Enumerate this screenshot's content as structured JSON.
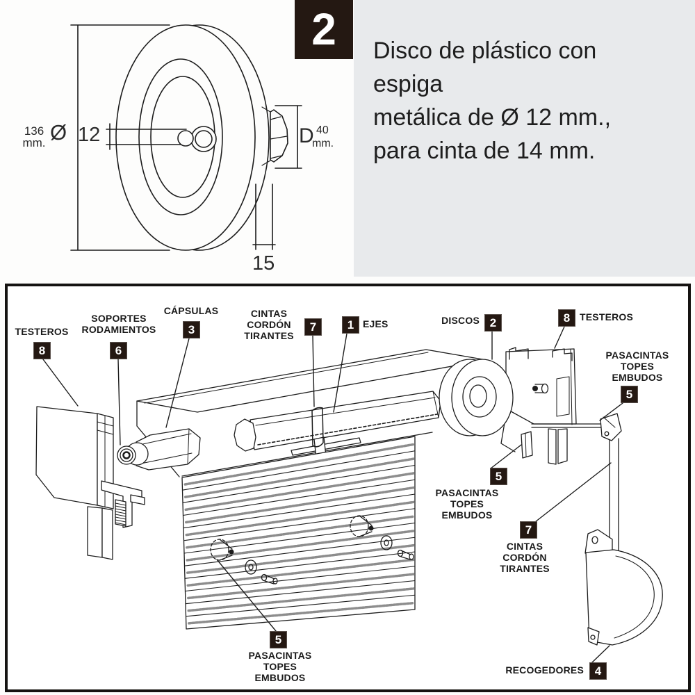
{
  "colors": {
    "badge_bg": "#241812",
    "gray_block": "#e8eaec",
    "panel_border": "#151311",
    "ink": "#1c1c1c"
  },
  "product": {
    "item_number": "2",
    "description_line1": "Disco de plástico con",
    "description_line2": "espiga",
    "description_line3": "metálica de Ø 12 mm.,",
    "description_line4": "para cinta de 14 mm."
  },
  "dimensions": {
    "diameter_value": "136",
    "diameter_unit": "mm.",
    "diameter_symbol": "Ø",
    "bore_label": "12",
    "width_letter": "D",
    "width_value": "40",
    "width_unit": "mm.",
    "rim_thickness": "15"
  },
  "diagram": {
    "labels": {
      "testeros_left": {
        "badge": "8",
        "text": "TESTEROS"
      },
      "soportes_rodamientos": {
        "badge": "6",
        "line1": "SOPORTES",
        "line2": "RODAMIENTOS"
      },
      "capsulas": {
        "badge": "3",
        "text": "CÁPSULAS"
      },
      "cintas_top": {
        "badge": "7",
        "line1": "CINTAS",
        "line2": "CORDÓN",
        "line3": "TIRANTES"
      },
      "ejes": {
        "badge": "1",
        "text": "EJES"
      },
      "discos": {
        "badge": "2",
        "text": "DISCOS"
      },
      "testeros_right": {
        "badge": "8",
        "text": "TESTEROS"
      },
      "pasacintas_right": {
        "badge": "5",
        "line1": "PASACINTAS",
        "line2": "TOPES",
        "line3": "EMBUDOS"
      },
      "pasacintas_mid": {
        "badge": "5",
        "line1": "PASACINTAS",
        "line2": "TOPES",
        "line3": "EMBUDOS"
      },
      "cintas_low": {
        "badge": "7",
        "line1": "CINTAS",
        "line2": "CORDÓN",
        "line3": "TIRANTES"
      },
      "pasacintas_bottom": {
        "badge": "5",
        "line1": "PASACINTAS",
        "line2": "TOPES",
        "line3": "EMBUDOS"
      },
      "recogedores": {
        "badge": "4",
        "text": "RECOGEDORES"
      }
    }
  }
}
